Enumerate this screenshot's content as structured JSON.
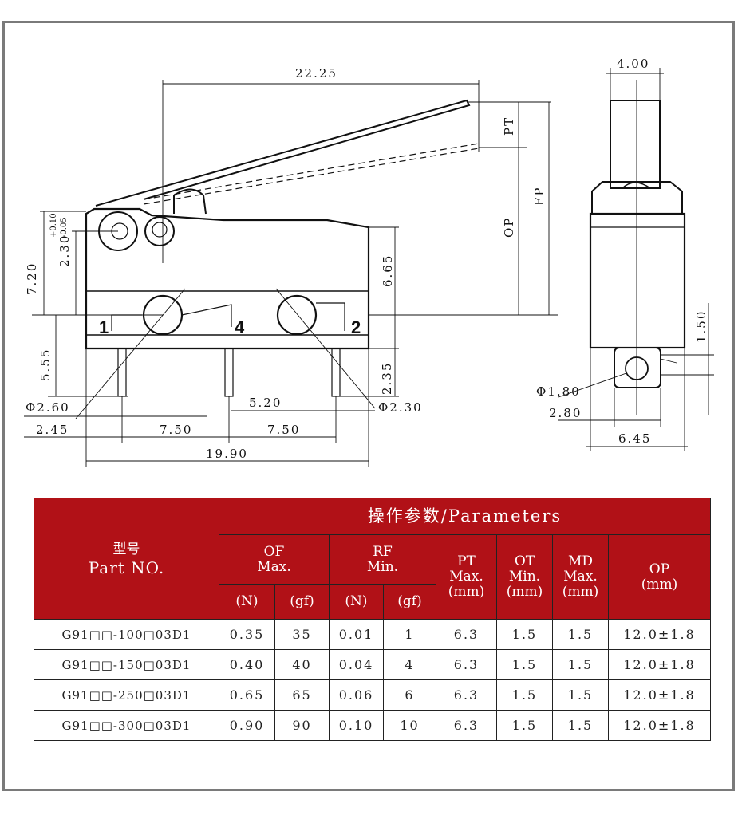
{
  "dimensions": {
    "d_22_25": "22.25",
    "d_4_00": "4.00",
    "pt": "PT",
    "fp": "FP",
    "op": "OP",
    "d_7_20": "7.20",
    "d_2_30_tol": "2.30",
    "tol_plus": "+0.10",
    "tol_minus": "-0.05",
    "d_6_65": "6.65",
    "d_5_55": "5.55",
    "d_2_35": "2.35",
    "d_1_50": "1.50",
    "phi_2_60": "Φ2.60",
    "phi_2_30": "Φ2.30",
    "phi_1_80": "Φ1.80",
    "d_2_45": "2.45",
    "d_7_50_a": "7.50",
    "d_7_50_b": "7.50",
    "d_5_20": "5.20",
    "d_19_90": "19.90",
    "d_2_80": "2.80",
    "d_6_45": "6.45",
    "pin_1": "1",
    "pin_4": "4",
    "pin_2": "2"
  },
  "table": {
    "part_cn": "型号",
    "part_en": "Part NO.",
    "params_title": "操作参数/Parameters",
    "of": "OF",
    "of_sub": "Max.",
    "rf": "RF",
    "rf_sub": "Min.",
    "pt": "PT",
    "pt_sub": "Max.",
    "pt_unit": "(mm)",
    "ot": "OT",
    "ot_sub": "Min.",
    "ot_unit": "(mm)",
    "md": "MD",
    "md_sub": "Max.",
    "md_unit": "(mm)",
    "op": "OP",
    "op_unit": "(mm)",
    "unit_n": "(N)",
    "unit_gf": "(gf)",
    "rows": [
      {
        "part": "G91□□-100□03D1",
        "of_n": "0.35",
        "of_gf": "35",
        "rf_n": "0.01",
        "rf_gf": "1",
        "pt": "6.3",
        "ot": "1.5",
        "md": "1.5",
        "op": "12.0±1.8"
      },
      {
        "part": "G91□□-150□03D1",
        "of_n": "0.40",
        "of_gf": "40",
        "rf_n": "0.04",
        "rf_gf": "4",
        "pt": "6.3",
        "ot": "1.5",
        "md": "1.5",
        "op": "12.0±1.8"
      },
      {
        "part": "G91□□-250□03D1",
        "of_n": "0.65",
        "of_gf": "65",
        "rf_n": "0.06",
        "rf_gf": "6",
        "pt": "6.3",
        "ot": "1.5",
        "md": "1.5",
        "op": "12.0±1.8"
      },
      {
        "part": "G91□□-300□03D1",
        "of_n": "0.90",
        "of_gf": "90",
        "rf_n": "0.10",
        "rf_gf": "10",
        "pt": "6.3",
        "ot": "1.5",
        "md": "1.5",
        "op": "12.0±1.8"
      }
    ]
  },
  "colors": {
    "header_red": "#b11117",
    "frame_gray": "#7a7a7a",
    "line": "#111111"
  }
}
